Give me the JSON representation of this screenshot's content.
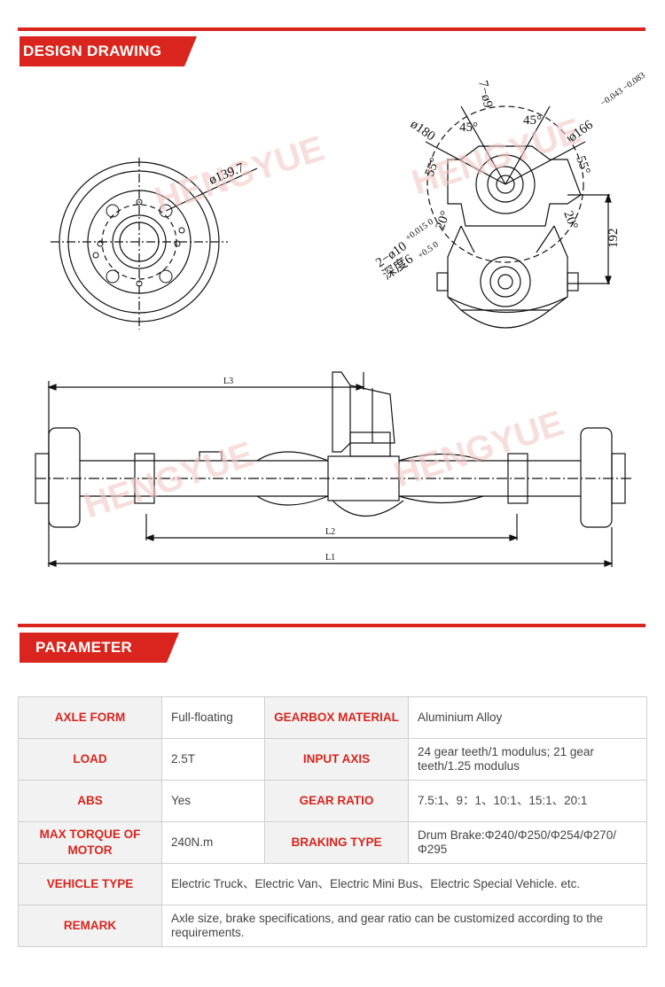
{
  "header_design": "DESIGN DRAWING",
  "header_param": "PARAMETER",
  "drawing": {
    "watermark": "HENGYUE",
    "dims": {
      "d1397": "ø139.7",
      "n7d9": "7−ø9",
      "a45": "45°",
      "d180": "ø180",
      "a55": "55°",
      "a20": "20°",
      "d166": "ø166",
      "d166_tol": "−0.043 −0.083",
      "h192": "192",
      "holes": "2−ø10",
      "holes_tol": "+0.015 0",
      "depth": "深度6",
      "depth_tol": "+0.5 0",
      "L1": "L1",
      "L2": "L2",
      "L3": "L3"
    }
  },
  "params": {
    "r1": {
      "l1": "AXLE FORM",
      "v1": "Full-floating",
      "l2": "GEARBOX MATERIAL",
      "v2": "Aluminium Alloy"
    },
    "r2": {
      "l1": "LOAD",
      "v1": "2.5T",
      "l2": "INPUT AXIS",
      "v2": "24 gear teeth/1 modulus; 21 gear teeth/1.25 modulus"
    },
    "r3": {
      "l1": "ABS",
      "v1": "Yes",
      "l2": "GEAR RATIO",
      "v2": "7.5:1、9：1、10:1、15:1、20:1"
    },
    "r4": {
      "l1": "MAX TORQUE OF MOTOR",
      "v1": "240N.m",
      "l2": "BRAKING TYPE",
      "v2": "Drum Brake:Φ240/Φ250/Φ254/Φ270/Φ295"
    },
    "r5": {
      "l1": "VEHICLE TYPE",
      "v1": "Electric Truck、Electric Van、Electric Mini Bus、Electric Special Vehicle. etc."
    },
    "r6": {
      "l1": "REMARK",
      "v1": "Axle size, brake specifications, and gear ratio can be customized according to the requirements."
    }
  }
}
